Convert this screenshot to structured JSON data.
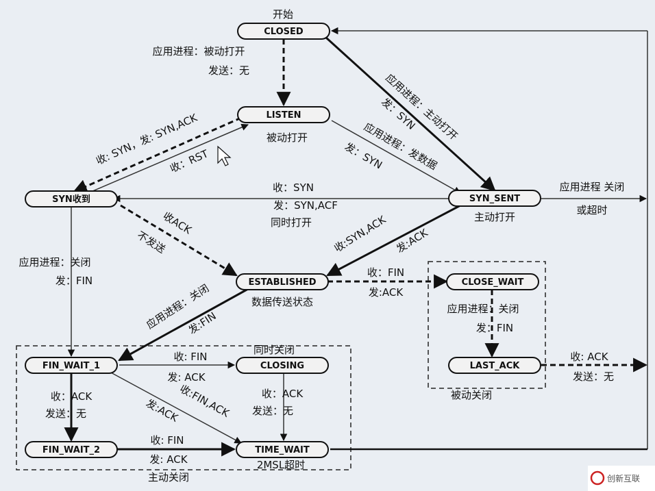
{
  "states": {
    "closed": "CLOSED",
    "listen": "LISTEN",
    "syn_rcvd": "SYN收到",
    "syn_sent": "SYN_SENT",
    "established": "ESTABLISHED",
    "close_wait": "CLOSE_WAIT",
    "last_ack": "LAST_ACK",
    "fin_wait_1": "FIN_WAIT_1",
    "closing": "CLOSING",
    "fin_wait_2": "FIN_WAIT_2",
    "time_wait": "TIME_WAIT"
  },
  "notes": {
    "start": "开始",
    "passive_open": "被动打开",
    "active_open": "主动打开",
    "established_state": "数据传送状态",
    "sim_open": "同时打开",
    "sim_close": "同时关闭",
    "passive_close": "被动关闭",
    "active_close": "主动关闭",
    "msl_timeout": "2MSL超时"
  },
  "labels": {
    "closed_listen_1": "应用进程：被动打开",
    "closed_listen_2": "发送：无",
    "closed_synsent_1": "应用进程：主动打开",
    "closed_synsent_2": "发：SYN",
    "listen_synrcvd": "收: SYN，发: SYN,ACK",
    "synrcvd_listen": "收：RST",
    "listen_synsent_1": "应用进程：发数据",
    "listen_synsent_2": "发：SYN",
    "synsent_synrcvd_1": "收：SYN",
    "synsent_synrcvd_2": "发：SYN,ACF",
    "synsent_closed_1": "应用进程 关闭",
    "synsent_closed_2": "或超时",
    "synrcvd_est_1": "收ACK",
    "synrcvd_est_2": "不发送",
    "synsent_est_1": "收:SYN,ACK",
    "synsent_est_2": "发:ACK",
    "synrcvd_finwait1_1": "应用进程：关闭",
    "synrcvd_finwait1_2": "发：FIN",
    "est_finwait1_1": "应用进程：关闭",
    "est_finwait1_2": "发:FIN",
    "est_closewait_1": "收：FIN",
    "est_closewait_2": "发:ACK",
    "closewait_lastack_1": "应用进程：关闭",
    "closewait_lastack_2": "发：FIN",
    "lastack_closed_1": "收: ACK",
    "lastack_closed_2": "发送：无",
    "finwait1_closing_1": "收: FIN",
    "finwait1_closing_2": "发: ACK",
    "finwait1_timewait_1": "收:FIN,ACK",
    "finwait1_timewait_2": "发:ACK",
    "finwait1_finwait2_1": "收：ACK",
    "finwait1_finwait2_2": "发送：无",
    "closing_timewait_1": "收：ACK",
    "closing_timewait_2": "发送：无",
    "finwait2_timewait_1": "收: FIN",
    "finwait2_timewait_2": "发: ACK"
  },
  "watermark": "创新互联",
  "colors": {
    "line": "#111111",
    "box_fill": "#f2f2f2",
    "background": "#eaeef3",
    "logo": "#cc2222"
  }
}
